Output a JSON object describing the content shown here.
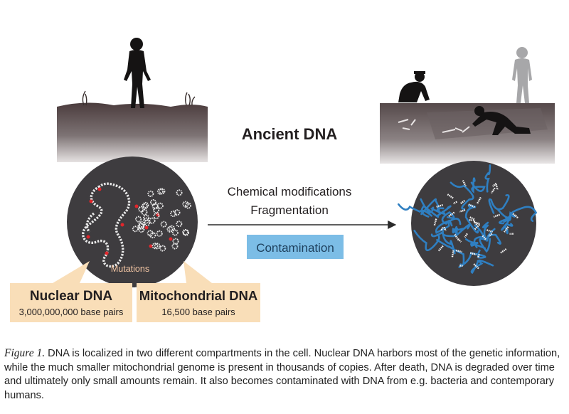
{
  "figure": {
    "title": "Ancient DNA",
    "process_labels": [
      "Chemical modifications",
      "Fragmentation"
    ],
    "contamination_label": "Contamination",
    "mutations_label": "Mutations",
    "nuclear": {
      "title": "Nuclear DNA",
      "subtitle": "3,000,000,000 base pairs"
    },
    "mito": {
      "title": "Mitochondrial DNA",
      "subtitle": "16,500 base pairs"
    },
    "colors": {
      "soil_top": "#4a3b3c",
      "soil_bottom": "#d9d4d4",
      "circle": "#3e3c3f",
      "label_box": "#f9deb8",
      "contamination_box": "#7cbde6",
      "mutation_red": "#e0262b",
      "contaminant_blue": "#2f7fc1"
    }
  },
  "caption": {
    "label": "Figure 1.",
    "text": " DNA is localized in two different compartments in the cell. Nuclear DNA harbors most of the genetic information, while the much smaller mitochondrial genome is present in thousands of copies. After death, DNA is degraded over time and ultimately only small amounts remain. It also becomes contaminated with DNA from e.g. bacteria and contemporary humans."
  }
}
